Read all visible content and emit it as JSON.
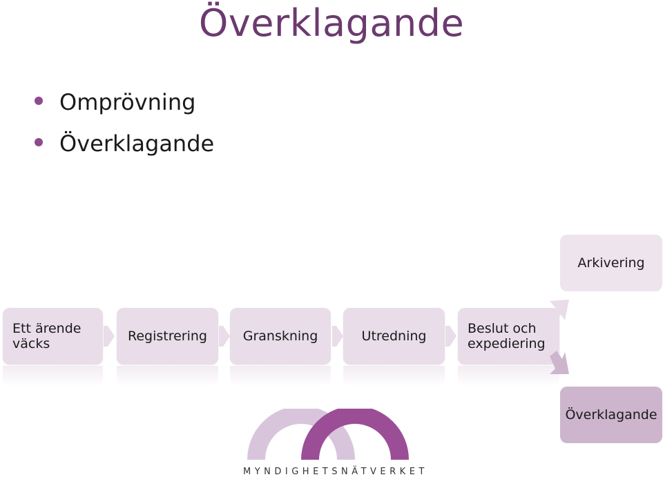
{
  "title": "Överklagande",
  "bullets": [
    "Omprövning",
    "Överklagande"
  ],
  "process_steps": [
    "Ett ärende\nväcks",
    "Registrering",
    "Granskning",
    "Utredning",
    "Beslut och\nexpediering"
  ],
  "side_boxes": {
    "archive": "Arkivering",
    "appeal": "Överklagande"
  },
  "logo": {
    "text": "MYNDIGHETSNÄTVERKET"
  },
  "colors": {
    "title": "#6b3a6f",
    "bullet": "#8e4a8e",
    "step_fill": "#e8dde8",
    "appeal_fill": "#cdb6cd",
    "logo_dark": "#9b4e96",
    "logo_light": "#d8c5dc"
  }
}
